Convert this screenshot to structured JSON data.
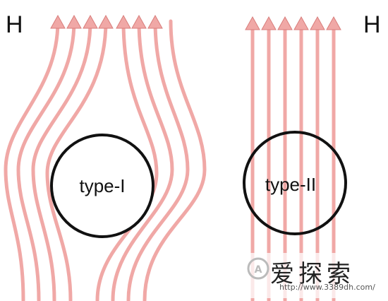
{
  "panels": [
    {
      "field_label": "H",
      "sample_label": "type-I",
      "behavior": "field-expelled"
    },
    {
      "field_label": "H",
      "sample_label": "type-II",
      "behavior": "field-penetrates"
    }
  ],
  "watermark": {
    "site_name": "爱探索",
    "site_url": "http://www.3389dh.com/"
  },
  "colors": {
    "field_line": "#f0a8a6",
    "field_line_edge": "#d87d7b",
    "circle": "#111111",
    "text": "#111111"
  }
}
